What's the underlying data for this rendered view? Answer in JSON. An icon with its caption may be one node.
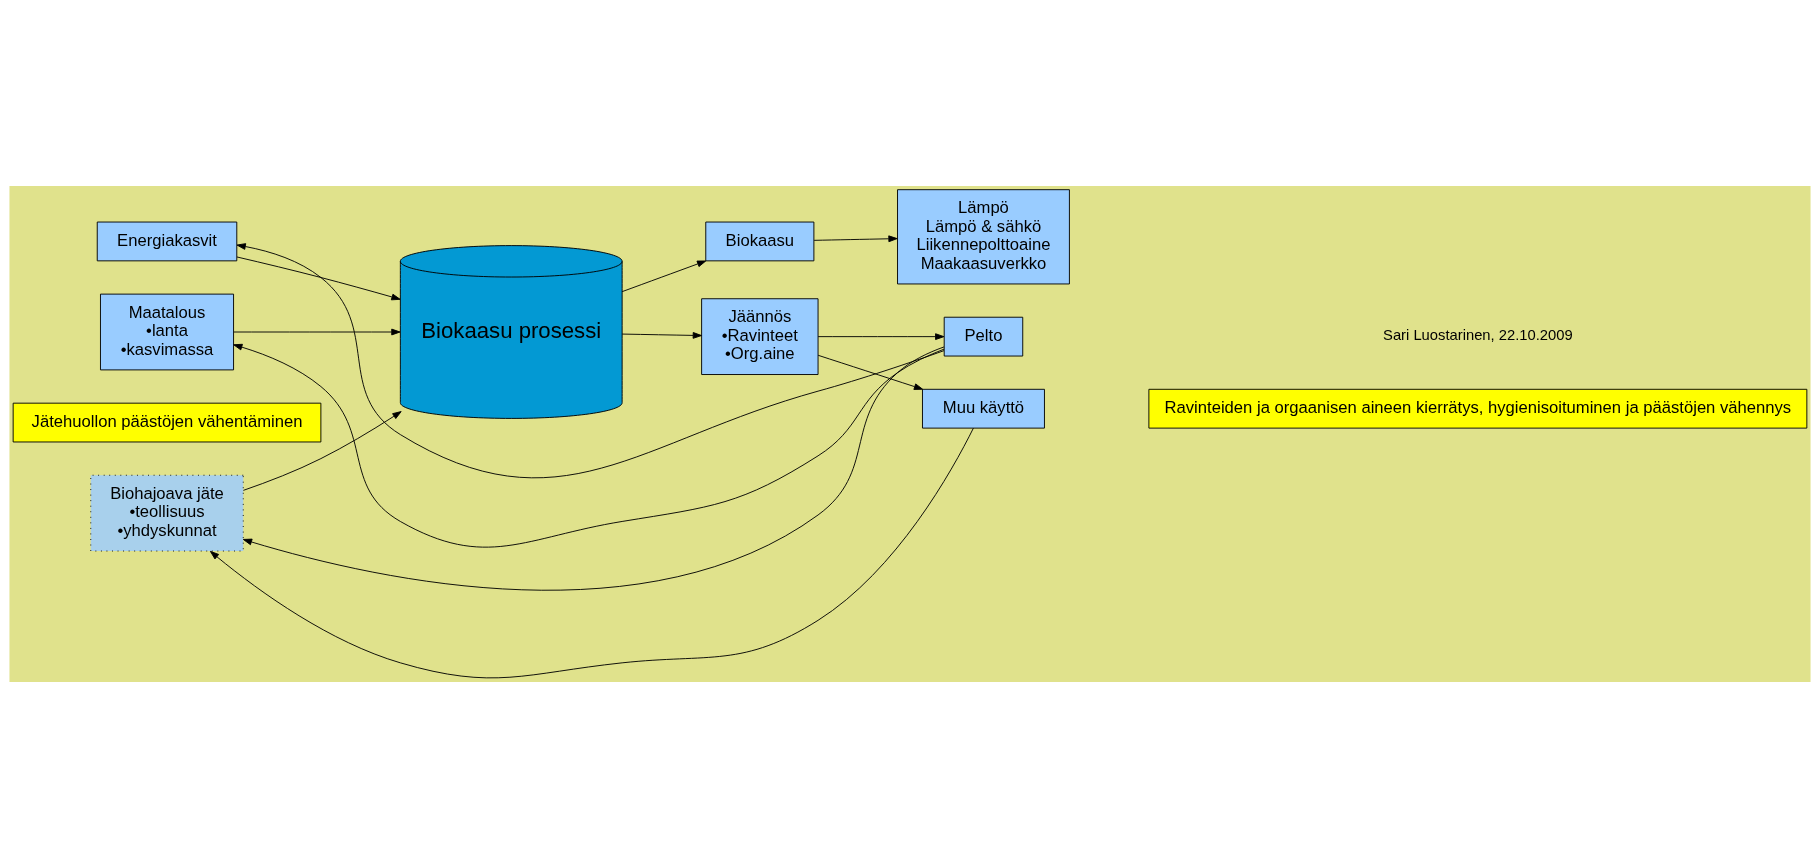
{
  "diagram": {
    "nodes": [
      {
        "text": [
          "Energiakasvit"
        ]
      },
      {
        "text": [
          "Maatalous",
          "•lanta",
          "•kasvimassa"
        ]
      },
      {
        "text": [
          "Biohajoava jäte",
          "•teollisuus",
          "•yhdyskunnat"
        ]
      },
      {
        "text": [
          "Biokaasu prosessi"
        ]
      },
      {
        "text": [
          "Biokaasu"
        ]
      },
      {
        "text": [
          "Lämpö",
          "Lämpö & sähkö",
          "Liikennepolttoaine",
          "Maakaasuverkko"
        ]
      },
      {
        "text": [
          "Jäännös",
          "•Ravinteet",
          "•Org.aine"
        ]
      },
      {
        "text": [
          "Pelto"
        ]
      },
      {
        "text": [
          "Muu käyttö"
        ]
      },
      {
        "text": [
          "Jätehuollon päästöjen vähentäminen"
        ]
      },
      {
        "text": [
          "Ravinteiden ja orgaanisen aineen kierrätys, hygienisoituminen ja päästöjen vähennys"
        ]
      }
    ],
    "edges": [
      {
        "from": 0,
        "to": 3,
        "arrow": "to"
      },
      {
        "from": 1,
        "to": 3,
        "arrow": "to"
      },
      {
        "from": 2,
        "to": 3,
        "arrow": "to"
      },
      {
        "from": 3,
        "to": 4,
        "arrow": "to"
      },
      {
        "from": 3,
        "to": 6,
        "arrow": "to"
      },
      {
        "from": 4,
        "to": 5,
        "arrow": "to"
      },
      {
        "from": 6,
        "to": 7,
        "arrow": "to"
      },
      {
        "from": 6,
        "to": 8,
        "arrow": "to"
      },
      {
        "from": 7,
        "to": 0,
        "arrow": "to"
      },
      {
        "from": 7,
        "to": 1,
        "arrow": "to"
      },
      {
        "from": 7,
        "to": 2,
        "arrow": "to"
      },
      {
        "from": 8,
        "to": 2,
        "arrow": "to"
      }
    ],
    "labels": [
      "Sari Luostarinen, 22.10.2009"
    ]
  }
}
